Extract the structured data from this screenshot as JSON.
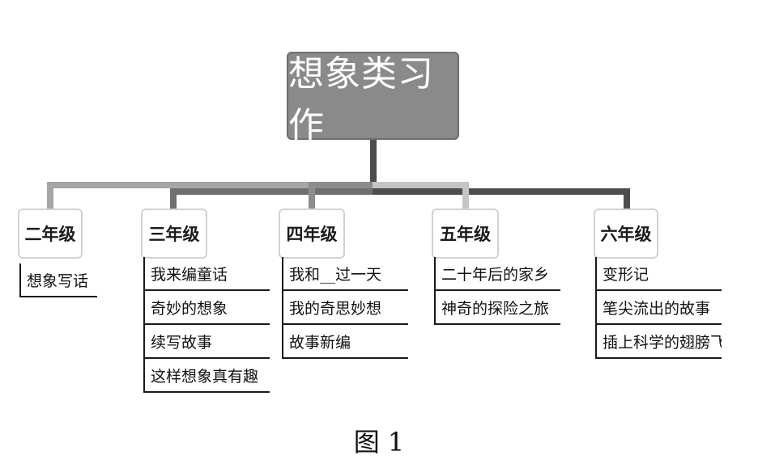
{
  "diagram": {
    "root": {
      "label": "想象类习作"
    },
    "grades": [
      {
        "label": "二年级",
        "items": [
          "想象写话"
        ]
      },
      {
        "label": "三年级",
        "items": [
          "我来编童话",
          "奇妙的想象",
          "续写故事",
          "这样想象真有趣"
        ]
      },
      {
        "label": "四年级",
        "items": [
          "我和__过一天",
          "我的奇思妙想",
          "故事新编"
        ]
      },
      {
        "label": "五年级",
        "items": [
          "二十年后的家乡",
          "神奇的探险之旅"
        ]
      },
      {
        "label": "六年级",
        "items": [
          "变形记",
          "笔尖流出的故事",
          "插上科学的翅膀飞"
        ]
      }
    ],
    "branch_colors": [
      "#a6a6a6",
      "#6f6f6f",
      "#8c8c8c",
      "#c4c4c4",
      "#4d4d4d"
    ],
    "trunk_color": "#4d4d4d"
  },
  "caption": "图 1"
}
